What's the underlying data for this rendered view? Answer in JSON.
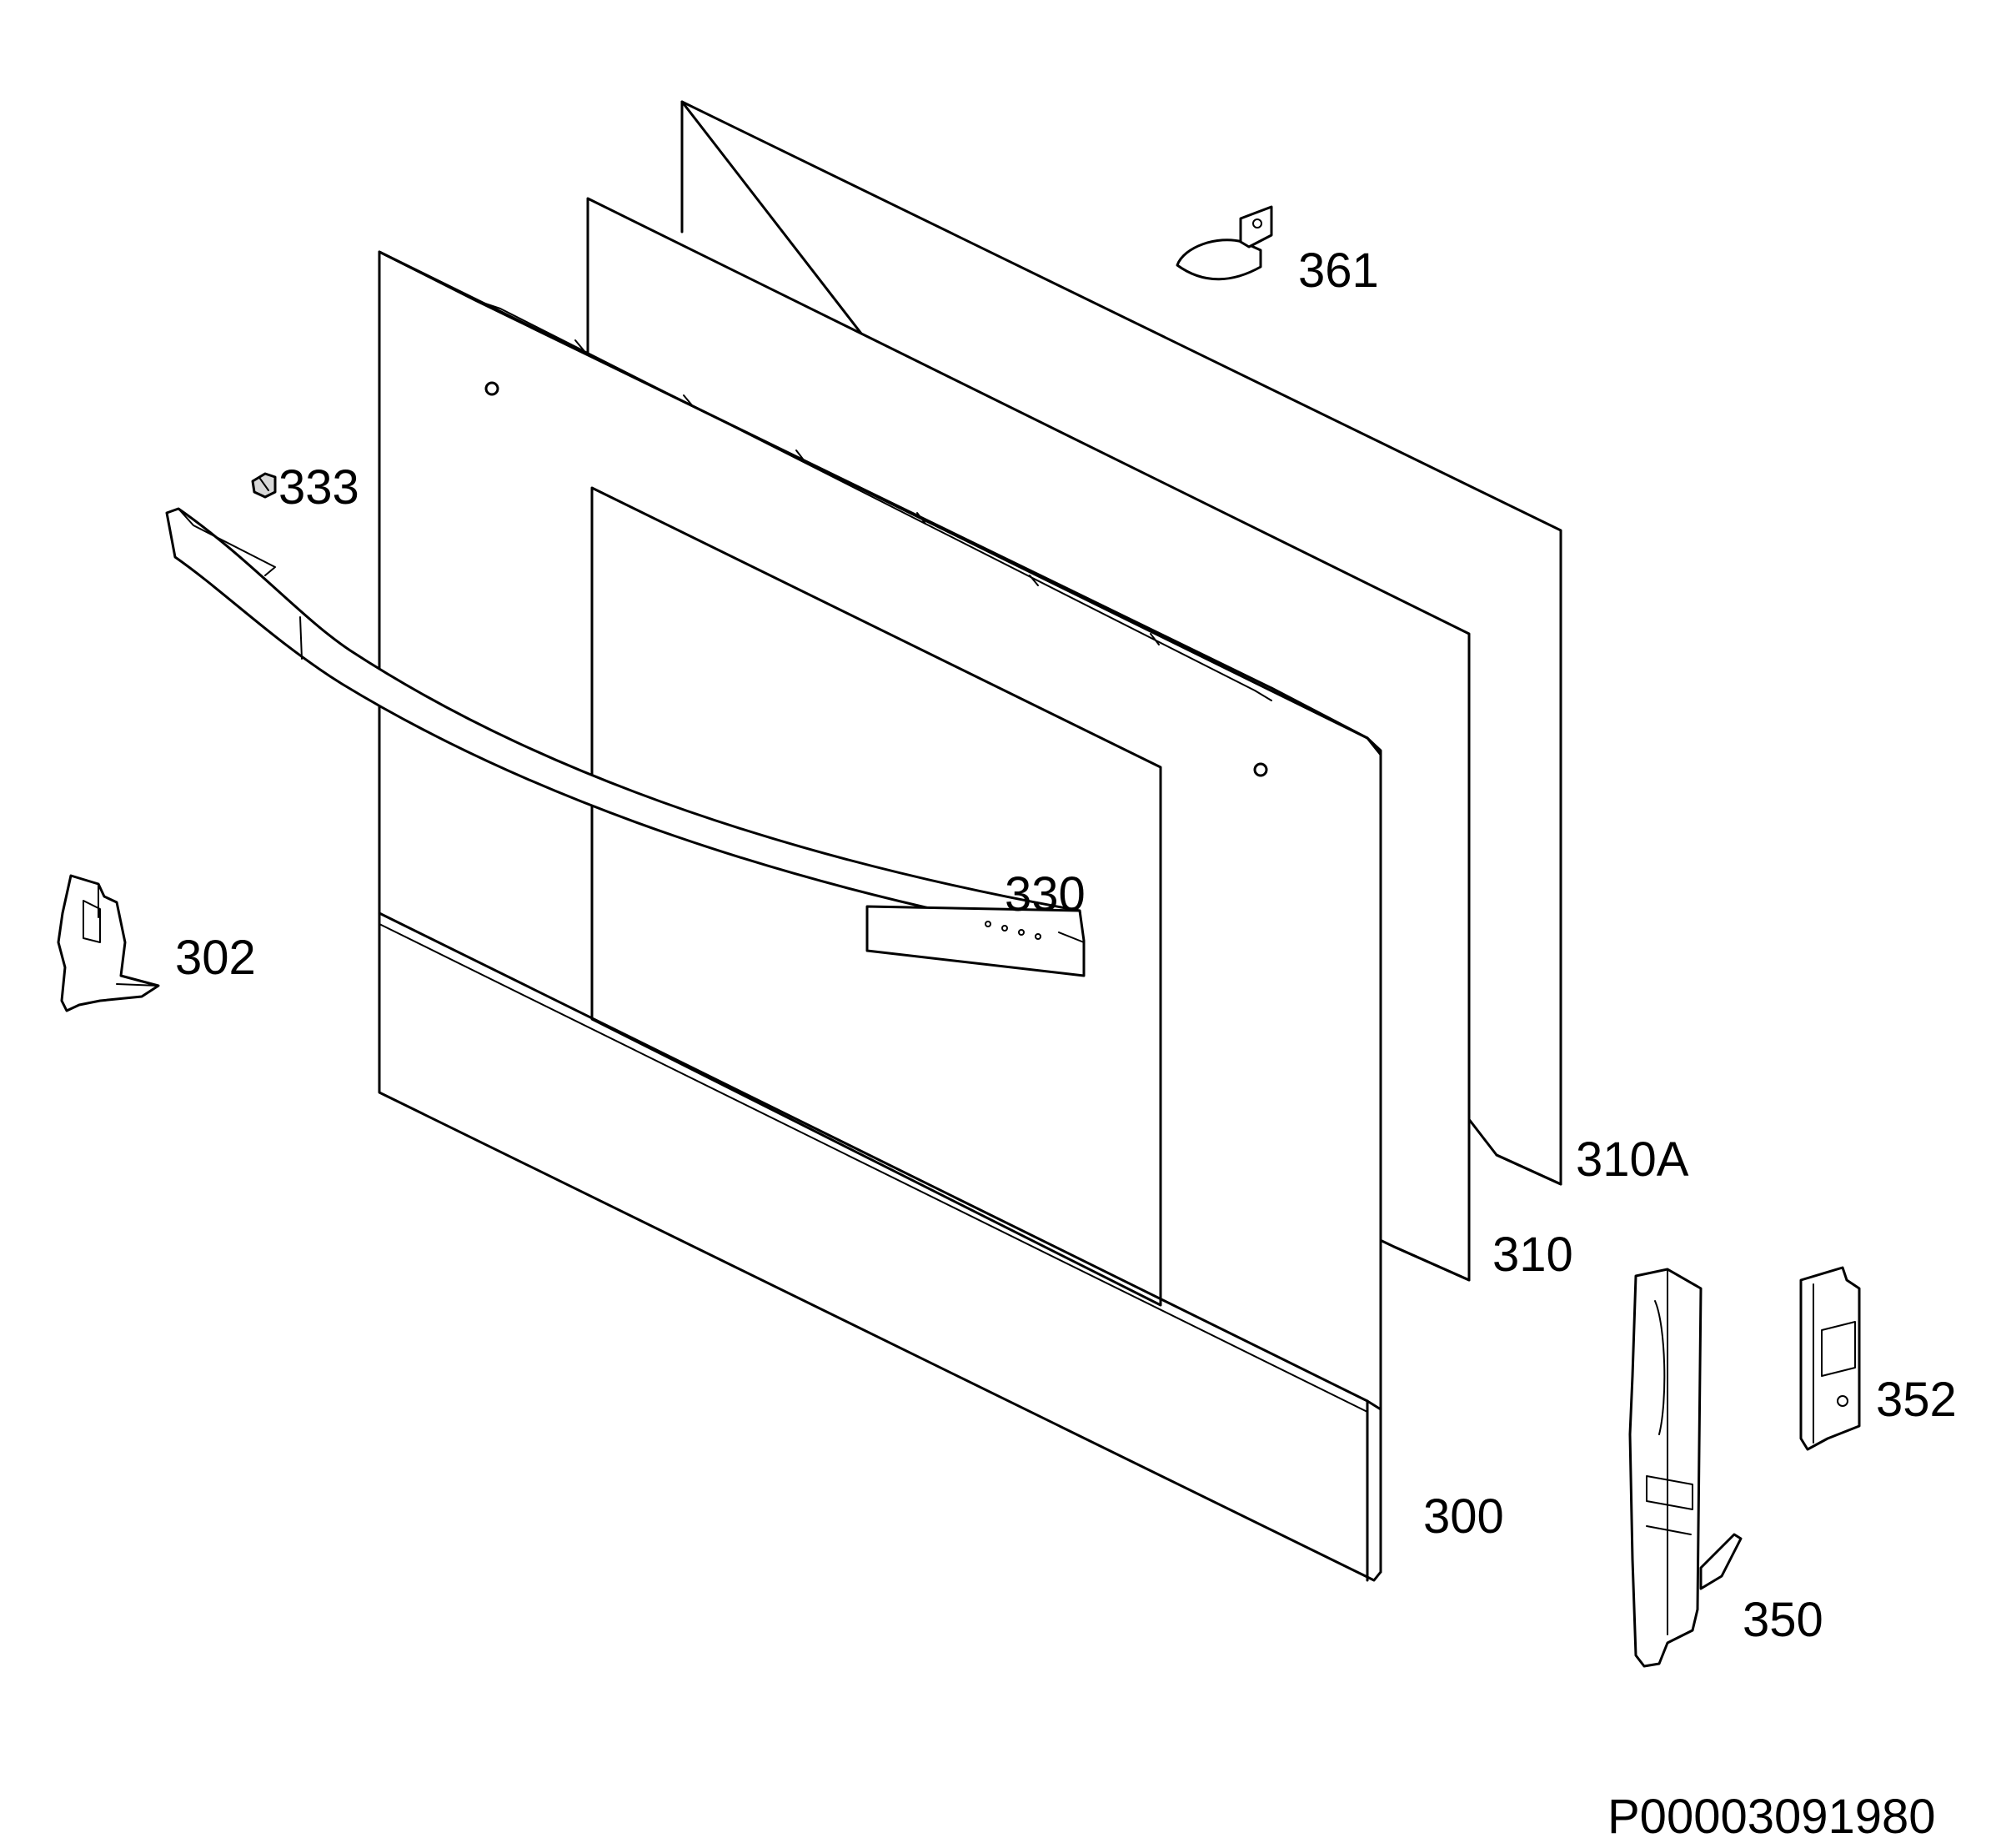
{
  "labels": {
    "p361": "361",
    "p333": "333",
    "p330": "330",
    "p302": "302",
    "p310A": "310A",
    "p310": "310",
    "p300": "300",
    "p352": "352",
    "p350": "350"
  },
  "drawing_code": "P00003091980",
  "colors": {
    "line": "#000000",
    "background": "#ffffff",
    "shade": "#d8d8d8"
  }
}
